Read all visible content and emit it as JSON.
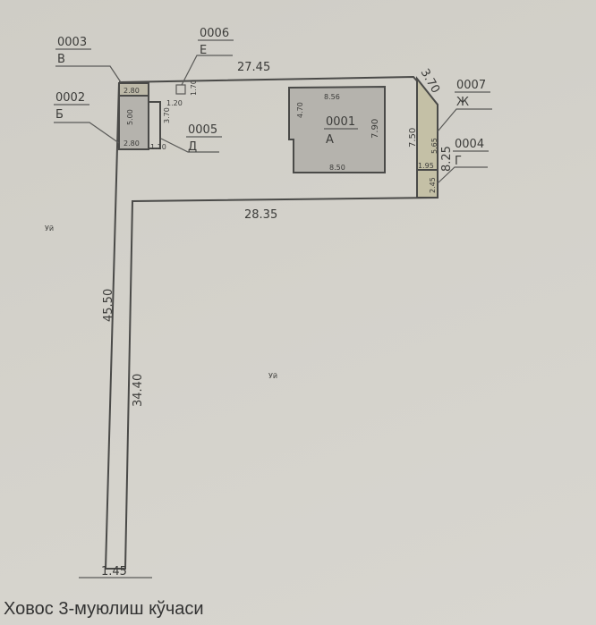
{
  "plan": {
    "parcel_dimensions": {
      "top": "27.45",
      "inner_top": "28.35",
      "left": "45.50",
      "inner_left": "34.40",
      "bottom": "1.45",
      "corner_diag": "3.70",
      "right_outer": "8.25",
      "right_inner": "7.50"
    },
    "yard_labels": {
      "left": "Уй",
      "center": "Уй"
    },
    "buildings": [
      {
        "id": "0001",
        "letter": "А",
        "dims": [
          "8.56",
          "7.90",
          "8.50",
          "4.70"
        ]
      },
      {
        "id": "0002",
        "letter": "Б",
        "dims": [
          "5.00",
          "2.80"
        ]
      },
      {
        "id": "0003",
        "letter": "В",
        "dims": [
          "2.80"
        ]
      },
      {
        "id": "0004",
        "letter": "Г",
        "dims": [
          "1.95",
          "2.45"
        ]
      },
      {
        "id": "0005",
        "letter": "Д",
        "dims": [
          "3.70",
          "1.10"
        ]
      },
      {
        "id": "0006",
        "letter": "Е",
        "dims": [
          "1.20",
          "1.70"
        ]
      },
      {
        "id": "0007",
        "letter": "Ж",
        "dims": [
          "5.65"
        ]
      }
    ]
  },
  "street": "Ховос 3-муюлиш кўчаси"
}
